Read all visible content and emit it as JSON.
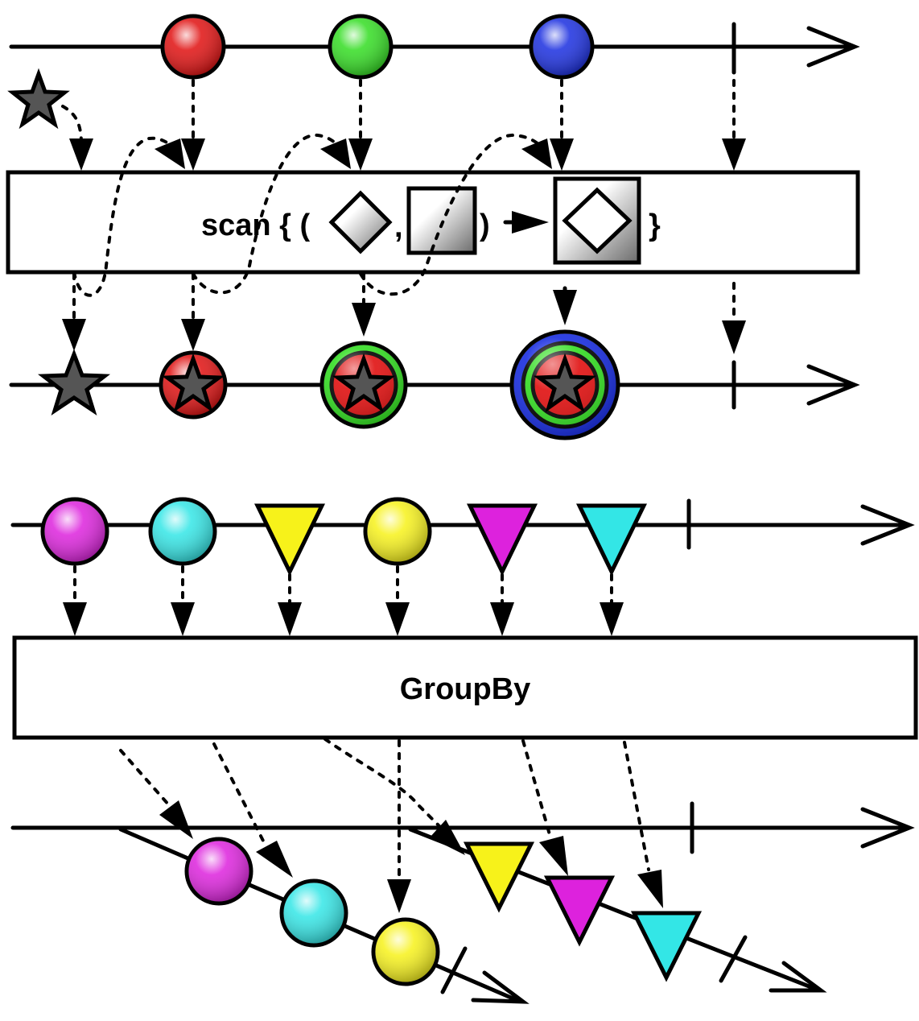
{
  "colors": {
    "red": "#e01010",
    "green": "#33dd22",
    "blue": "#1a2ee0",
    "magenta": "#dd22dd",
    "cyan": "#33e6e6",
    "yellow": "#f7f21a",
    "star_grey": "#555555",
    "star_red": "#d01414"
  },
  "scan_diagram": {
    "operator_label_prefix": "scan { (",
    "operator_label_comma": ",",
    "operator_label_close": ")",
    "operator_label_end": "}",
    "input_items": [
      {
        "type": "circle",
        "color": "red"
      },
      {
        "type": "circle",
        "color": "green"
      },
      {
        "type": "circle",
        "color": "blue"
      },
      {
        "type": "completion"
      }
    ],
    "seed": {
      "type": "star",
      "color": "star_grey"
    },
    "output_items": [
      {
        "type": "star",
        "rings": []
      },
      {
        "type": "star_circle",
        "rings": [
          "red"
        ]
      },
      {
        "type": "star_circle",
        "rings": [
          "red",
          "green"
        ]
      },
      {
        "type": "star_circle",
        "rings": [
          "red",
          "green",
          "blue"
        ]
      },
      {
        "type": "completion"
      }
    ]
  },
  "groupby_diagram": {
    "operator_label": "GroupBy",
    "input_items": [
      {
        "type": "circle",
        "color": "magenta"
      },
      {
        "type": "circle",
        "color": "cyan"
      },
      {
        "type": "triangle",
        "color": "yellow"
      },
      {
        "type": "circle",
        "color": "yellow"
      },
      {
        "type": "triangle",
        "color": "magenta"
      },
      {
        "type": "triangle",
        "color": "cyan"
      },
      {
        "type": "completion"
      }
    ],
    "group_circles": [
      {
        "type": "circle",
        "color": "magenta"
      },
      {
        "type": "circle",
        "color": "cyan"
      },
      {
        "type": "circle",
        "color": "yellow"
      }
    ],
    "group_triangles": [
      {
        "type": "triangle",
        "color": "yellow"
      },
      {
        "type": "triangle",
        "color": "magenta"
      },
      {
        "type": "triangle",
        "color": "cyan"
      }
    ]
  }
}
